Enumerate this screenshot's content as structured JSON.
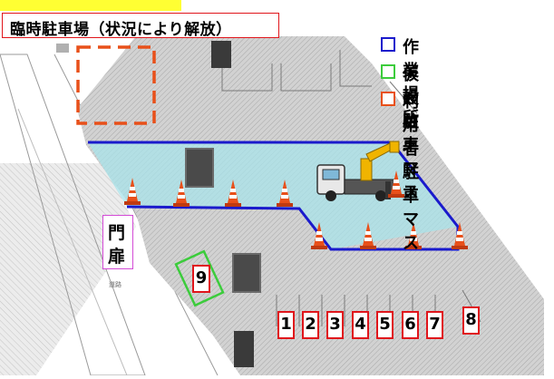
{
  "title": {
    "text": "臨時駐車場（状況により解放）",
    "border_color": "#e0151b",
    "tab_color": "#ffff33"
  },
  "legend": [
    {
      "label": "作業場所",
      "color": "#1a1acc"
    },
    {
      "label": "仮設駐車マス",
      "color": "#3ccc3c"
    },
    {
      "label": "利用者駐車マス",
      "color": "#e8501a"
    }
  ],
  "gate": {
    "line1": "門",
    "line2": "扉",
    "border_color": "#d34bd6"
  },
  "parking_slots": [
    "1",
    "2",
    "3",
    "4",
    "5",
    "6",
    "7",
    "8"
  ],
  "temp_slot": "9",
  "road_labels": [
    "道路"
  ],
  "colors": {
    "work_area_fill": "#a8e3ea",
    "lot_fill": "#c9c9c9",
    "cone_orange": "#e8501a",
    "truck_arm": "#f0b400"
  }
}
